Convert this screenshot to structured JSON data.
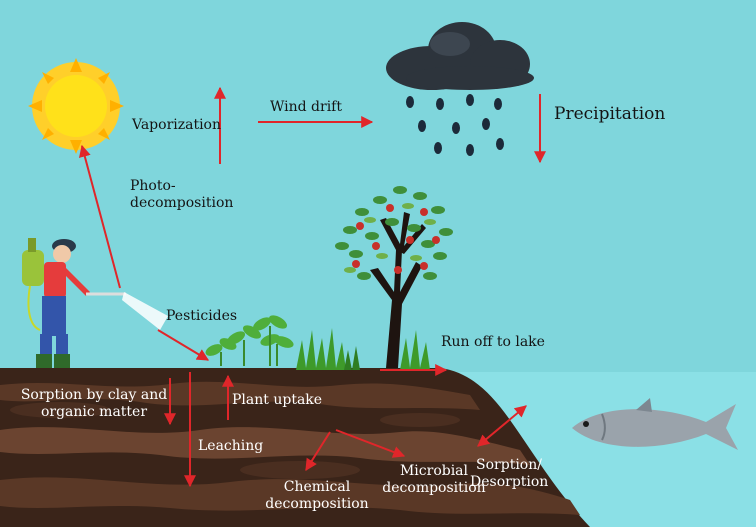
{
  "labels": {
    "vaporization": "Vaporization",
    "wind_drift": "Wind drift",
    "precipitation": "Precipitation",
    "photo_line1": "Photo-",
    "photo_line2": "decomposition",
    "pesticides": "Pesticides",
    "run_off": "Run off to lake",
    "sorption_clay_line1": "Sorption by clay and",
    "sorption_clay_line2": "organic matter",
    "plant_uptake": "Plant uptake",
    "leaching": "Leaching",
    "chemical_line1": "Chemical",
    "chemical_line2": "decomposition",
    "microbial_line1": "Microbial",
    "microbial_line2": "decomposition",
    "sorption_desorption_line1": "Sorption/",
    "sorption_desorption_line2": "Desorption"
  },
  "colors": {
    "sky": "#7fd6dc",
    "arrow": "#e0262a",
    "soil": "#3a2419",
    "water": "#8be0e6",
    "sun": "#ffc20e",
    "cloud": "#2d343c",
    "rain": "#1c2a3a",
    "grass": "#3e9a2a",
    "fish": "#9aa3ab"
  }
}
